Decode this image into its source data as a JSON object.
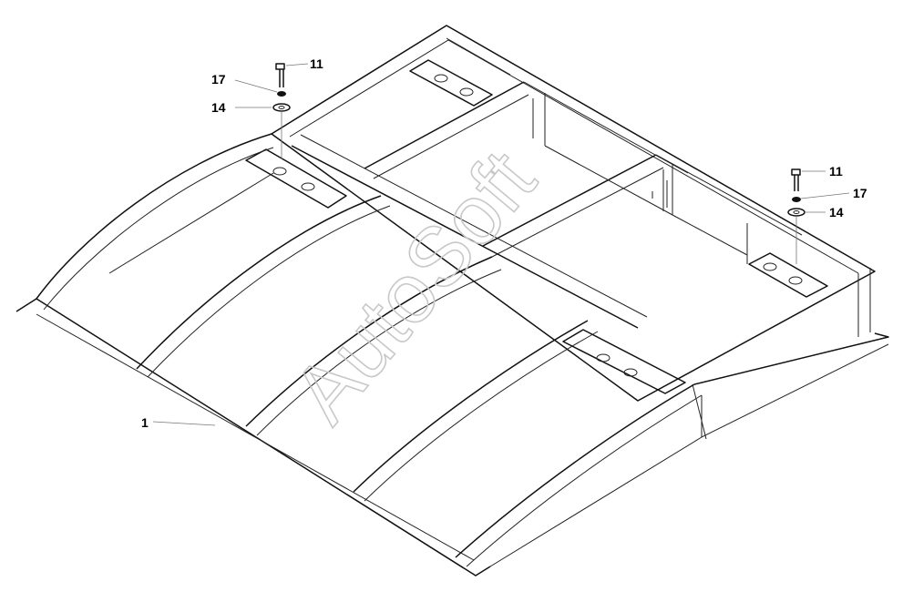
{
  "watermark": {
    "text": "AutoSoft"
  },
  "callouts": {
    "left_bolt": "11",
    "left_lockwasher": "17",
    "left_washer": "14",
    "right_bolt": "11",
    "right_lockwasher": "17",
    "right_washer": "14",
    "frame_part": "1"
  }
}
